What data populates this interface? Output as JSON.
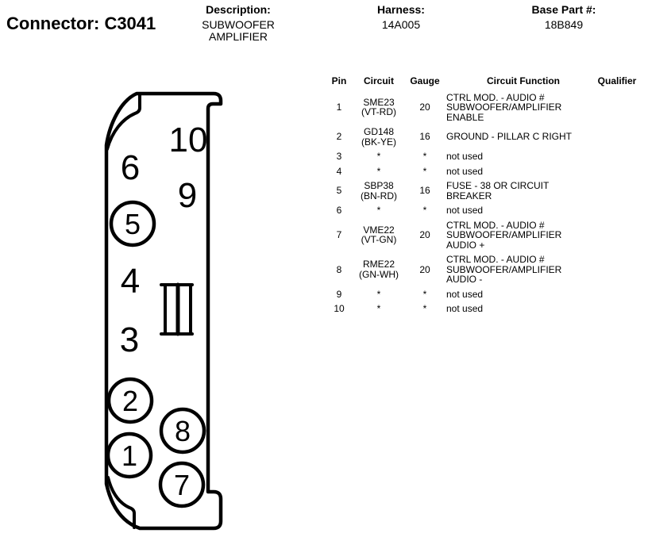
{
  "header": {
    "connector_label": "Connector: C3041",
    "description_label": "Description:",
    "description_lines": [
      "SUBWOOFER",
      "AMPLIFIER"
    ],
    "harness_label": "Harness:",
    "harness_value": "14A005",
    "base_part_label": "Base Part #:",
    "base_part_value": "18B849"
  },
  "diagram": {
    "title": "Connector C3041 cavity view",
    "line_color": "#000000",
    "pins": [
      {
        "label": "10",
        "circled": false
      },
      {
        "label": "6",
        "circled": false
      },
      {
        "label": "9",
        "circled": false
      },
      {
        "label": "5",
        "circled": true
      },
      {
        "label": "4",
        "circled": false
      },
      {
        "label": "3",
        "circled": false
      },
      {
        "label": "2",
        "circled": true
      },
      {
        "label": "1",
        "circled": true
      },
      {
        "label": "8",
        "circled": true
      },
      {
        "label": "7",
        "circled": true
      }
    ]
  },
  "table": {
    "columns": [
      "Pin",
      "Circuit",
      "Gauge",
      "Circuit Function",
      "Qualifier"
    ],
    "rows": [
      {
        "pin": "1",
        "circuit": [
          "SME23",
          "(VT-RD)"
        ],
        "gauge": "20",
        "function": [
          "CTRL MOD. - AUDIO #",
          "SUBWOOFER/AMPLIFIER",
          "ENABLE"
        ],
        "qualifier": ""
      },
      {
        "pin": "2",
        "circuit": [
          "GD148",
          "(BK-YE)"
        ],
        "gauge": "16",
        "function": [
          "GROUND - PILLAR C RIGHT"
        ],
        "qualifier": ""
      },
      {
        "pin": "3",
        "circuit": [
          "*"
        ],
        "gauge": "*",
        "function": [
          "not used"
        ],
        "qualifier": ""
      },
      {
        "pin": "4",
        "circuit": [
          "*"
        ],
        "gauge": "*",
        "function": [
          "not used"
        ],
        "qualifier": ""
      },
      {
        "pin": "5",
        "circuit": [
          "SBP38",
          "(BN-RD)"
        ],
        "gauge": "16",
        "function": [
          "FUSE - 38 OR CIRCUIT",
          "BREAKER"
        ],
        "qualifier": ""
      },
      {
        "pin": "6",
        "circuit": [
          "*"
        ],
        "gauge": "*",
        "function": [
          "not used"
        ],
        "qualifier": ""
      },
      {
        "pin": "7",
        "circuit": [
          "VME22",
          "(VT-GN)"
        ],
        "gauge": "20",
        "function": [
          "CTRL MOD. - AUDIO #",
          "SUBWOOFER/AMPLIFIER",
          "AUDIO +"
        ],
        "qualifier": ""
      },
      {
        "pin": "8",
        "circuit": [
          "RME22",
          "(GN-WH)"
        ],
        "gauge": "20",
        "function": [
          "CTRL MOD. - AUDIO #",
          "SUBWOOFER/AMPLIFIER",
          "AUDIO -"
        ],
        "qualifier": ""
      },
      {
        "pin": "9",
        "circuit": [
          "*"
        ],
        "gauge": "*",
        "function": [
          "not used"
        ],
        "qualifier": ""
      },
      {
        "pin": "10",
        "circuit": [
          "*"
        ],
        "gauge": "*",
        "function": [
          "not used"
        ],
        "qualifier": ""
      }
    ]
  }
}
